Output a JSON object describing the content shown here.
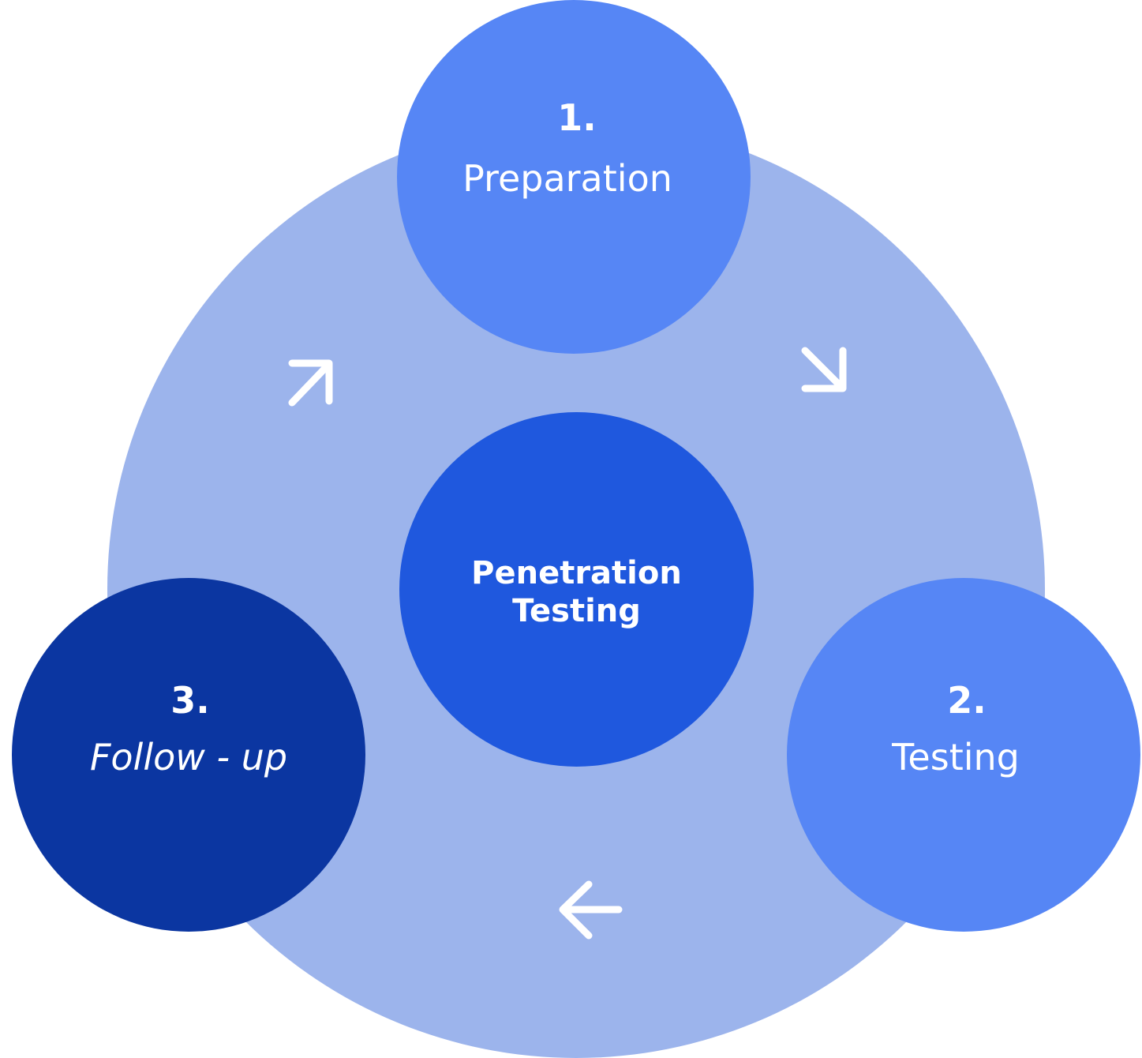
{
  "colors": {
    "ring": "#9cb4ec",
    "step_light": "#5686f5",
    "step_dark": "#0b36a1",
    "center": "#1f58de",
    "text": "#ffffff"
  },
  "center": {
    "line1": "Penetration",
    "line2": "Testing"
  },
  "steps": [
    {
      "number": "1.",
      "label": "Preparation"
    },
    {
      "number": "2.",
      "label": "Testing"
    },
    {
      "number": "3.",
      "label": "Follow - up"
    }
  ],
  "arrows": [
    {
      "icon": "arrow-up-right-icon"
    },
    {
      "icon": "arrow-down-right-icon"
    },
    {
      "icon": "arrow-left-icon"
    }
  ]
}
